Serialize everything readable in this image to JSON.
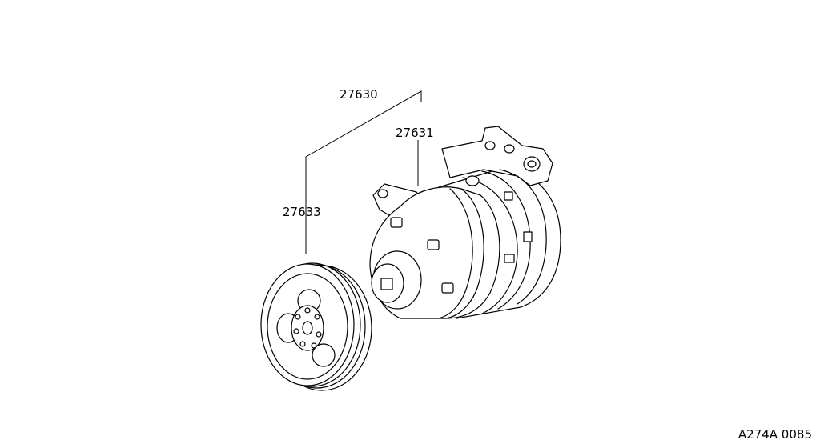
{
  "callouts": {
    "assembly": "27630",
    "compressor": "27631",
    "pulley": "27633"
  },
  "figure_code": "A274A 0085"
}
